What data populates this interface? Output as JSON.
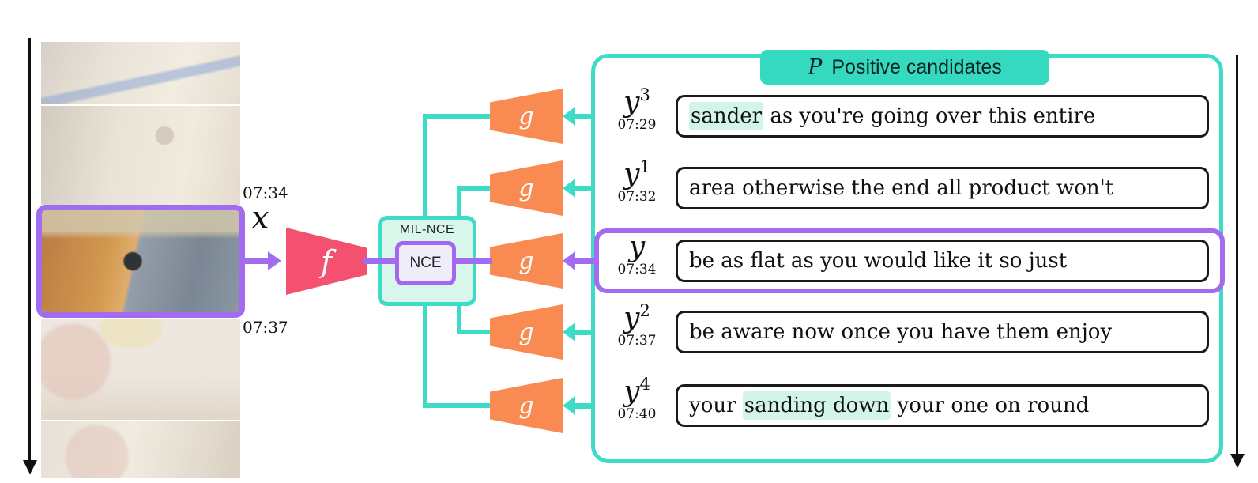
{
  "diagram": {
    "video_column": {
      "x_label": "x",
      "clip_start_time": "07:34",
      "clip_end_time": "07:37",
      "frames": [
        "wood-planks-frame",
        "wood-table-frame",
        "sanding-clip-frame-selected",
        "glue-bottle-frame",
        "hands-on-wood-frame"
      ]
    },
    "video_encoder": {
      "label": "f"
    },
    "mil_nce": {
      "box_label": "MIL-NCE",
      "inner_label": "NCE"
    },
    "text_encoder": {
      "label": "g"
    },
    "positive_panel": {
      "title_symbol": "P",
      "title": "Positive candidates",
      "rows": [
        {
          "var": "y",
          "sup": "3",
          "time": "07:29",
          "selected": false,
          "segments": [
            {
              "text": "sander",
              "highlight": true
            },
            {
              "text": " as you're going over this entire",
              "highlight": false
            }
          ]
        },
        {
          "var": "y",
          "sup": "1",
          "time": "07:32",
          "selected": false,
          "segments": [
            {
              "text": "area otherwise the end all product won't",
              "highlight": false
            }
          ]
        },
        {
          "var": "y",
          "sup": "",
          "time": "07:34",
          "selected": true,
          "segments": [
            {
              "text": "be as flat as you would like it so just",
              "highlight": false
            }
          ]
        },
        {
          "var": "y",
          "sup": "2",
          "time": "07:37",
          "selected": false,
          "segments": [
            {
              "text": "be aware now once you have them enjoy",
              "highlight": false
            }
          ]
        },
        {
          "var": "y",
          "sup": "4",
          "time": "07:40",
          "selected": false,
          "segments": [
            {
              "text": "your ",
              "highlight": false
            },
            {
              "text": "sanding down",
              "highlight": true
            },
            {
              "text": " your one on round",
              "highlight": false
            }
          ]
        }
      ]
    },
    "colors": {
      "teal": "#3edcc6",
      "teal_badge": "#35d9c0",
      "orange": "#f98b52",
      "pink": "#f4506f",
      "purple": "#a16cf0",
      "mint_fill": "#d8f6ea",
      "lavender_fill": "#f0edfa",
      "highlight_mint": "#d2f5e7"
    }
  }
}
